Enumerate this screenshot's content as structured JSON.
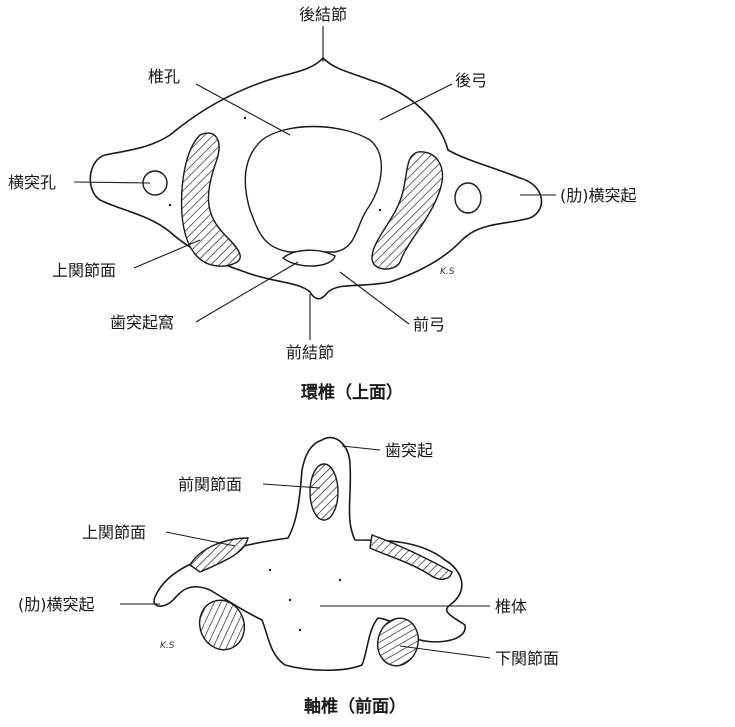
{
  "atlas": {
    "caption": "環椎（上面）",
    "labels": {
      "posterior_tubercle": "後結節",
      "vertebral_foramen": "椎孔",
      "posterior_arch": "後弓",
      "transverse_foramen": "横突孔",
      "transverse_process": "(肋)横突起",
      "superior_articular_facet": "上関節面",
      "dens_facet": "歯突起窩",
      "anterior_arch": "前弓",
      "anterior_tubercle": "前結節"
    },
    "signature": "K.S"
  },
  "axis": {
    "caption": "軸椎（前面）",
    "labels": {
      "dens": "歯突起",
      "anterior_articular_facet": "前関節面",
      "superior_articular_facet": "上関節面",
      "transverse_process": "(肋)横突起",
      "body": "椎体",
      "inferior_articular_facet": "下関節面"
    },
    "signature": "K.S"
  }
}
